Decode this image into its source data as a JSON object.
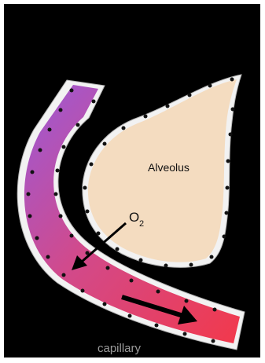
{
  "diagram": {
    "labels": {
      "alveolus": "Alveolus",
      "oxygen_symbol": "O",
      "oxygen_subscript": "2",
      "capillary": "capillary"
    },
    "colors": {
      "background": "#000000",
      "alveolus_fill": "#f4dcc0",
      "capillary_top": "#9a5ad8",
      "capillary_bottom": "#f2394b",
      "membrane": "#f2f2f2",
      "cell_nucleus": "#111111",
      "arrow": "#000000"
    },
    "icons": {
      "diffusion_arrow": "arrow-down-left",
      "flow_arrow": "arrow-right"
    }
  }
}
